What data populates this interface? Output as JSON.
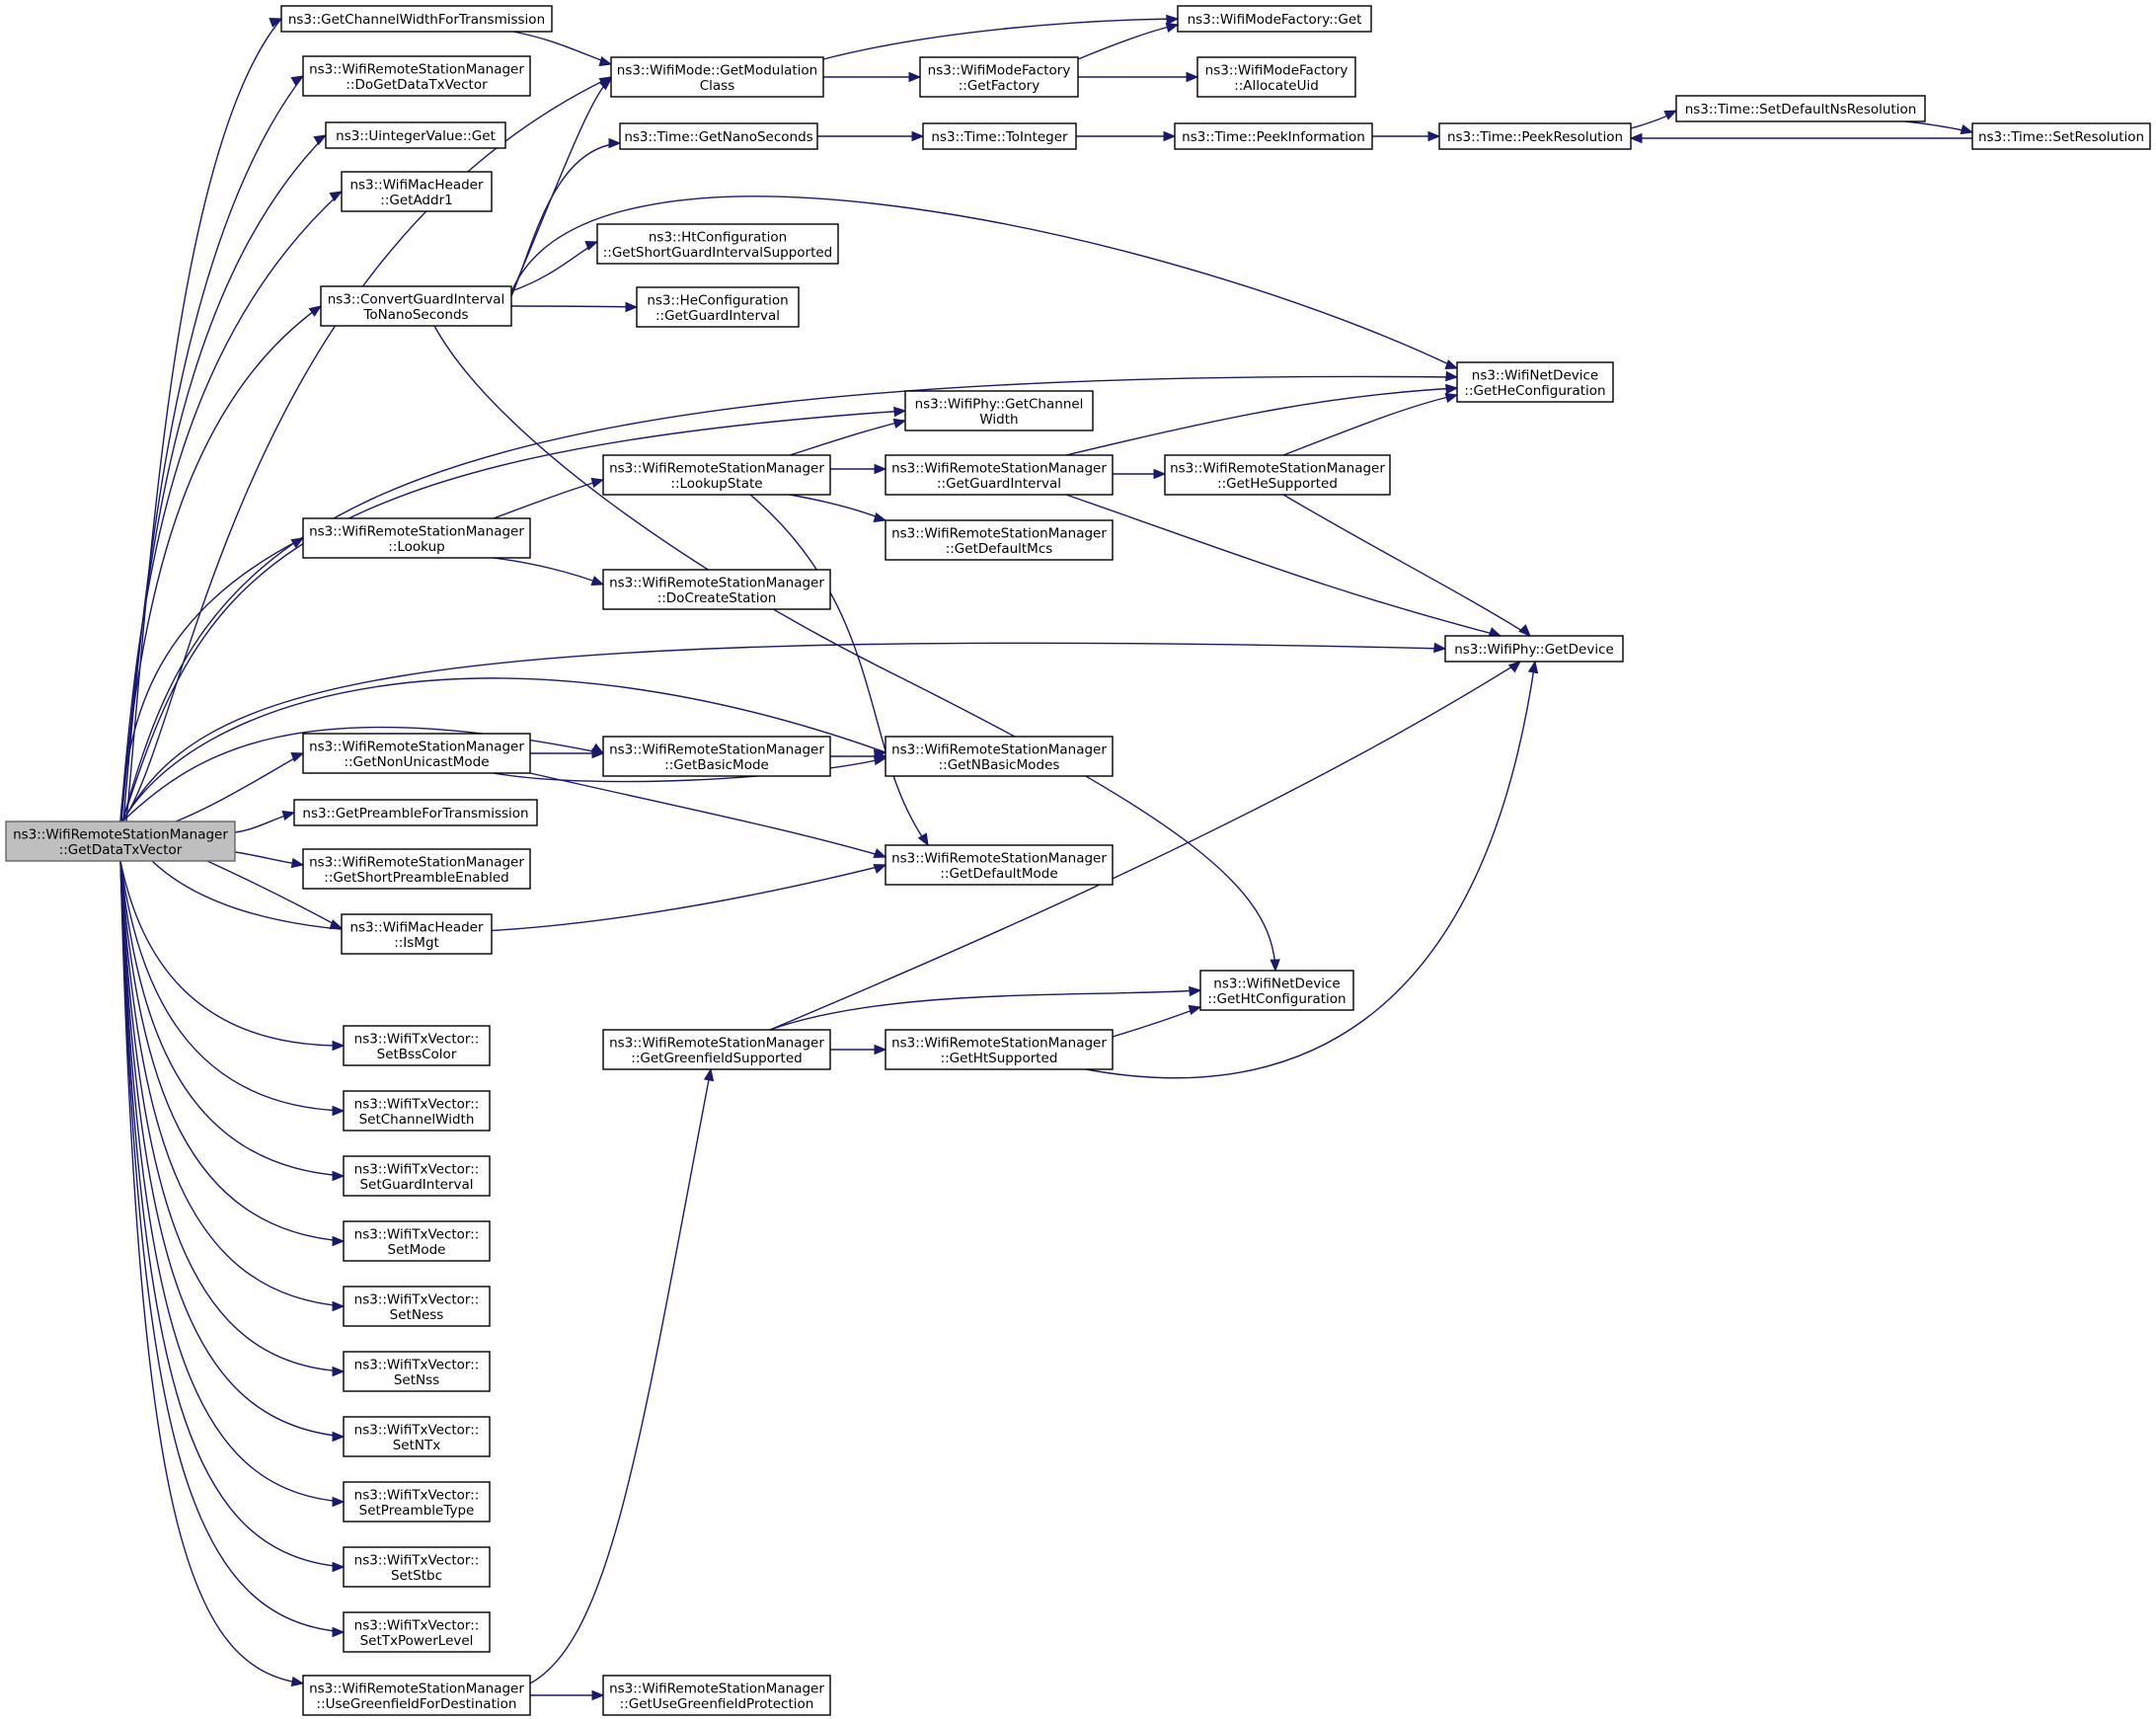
{
  "nodes": [
    {
      "id": "root",
      "lines": [
        "ns3::WifiRemoteStationManager",
        "::GetDataTxVector"
      ]
    },
    {
      "id": "getChannelWidthForTx",
      "lines": [
        "ns3::GetChannelWidthForTransmission"
      ]
    },
    {
      "id": "doGetDataTxVector",
      "lines": [
        "ns3::WifiRemoteStationManager",
        "::DoGetDataTxVector"
      ]
    },
    {
      "id": "uintegerGet",
      "lines": [
        "ns3::UintegerValue::Get"
      ]
    },
    {
      "id": "getAddr1",
      "lines": [
        "ns3::WifiMacHeader",
        "::GetAddr1"
      ]
    },
    {
      "id": "convertGuardInterval",
      "lines": [
        "ns3::ConvertGuardInterval",
        "ToNanoSeconds"
      ]
    },
    {
      "id": "lookup",
      "lines": [
        "ns3::WifiRemoteStationManager",
        "::Lookup"
      ]
    },
    {
      "id": "getNonUnicastMode",
      "lines": [
        "ns3::WifiRemoteStationManager",
        "::GetNonUnicastMode"
      ]
    },
    {
      "id": "getPreambleForTx",
      "lines": [
        "ns3::GetPreambleForTransmission"
      ]
    },
    {
      "id": "getShortPreambleEnabled",
      "lines": [
        "ns3::WifiRemoteStationManager",
        "::GetShortPreambleEnabled"
      ]
    },
    {
      "id": "isMgt",
      "lines": [
        "ns3::WifiMacHeader",
        "::IsMgt"
      ]
    },
    {
      "id": "setBssColor",
      "lines": [
        "ns3::WifiTxVector::",
        "SetBssColor"
      ]
    },
    {
      "id": "setChannelWidth",
      "lines": [
        "ns3::WifiTxVector::",
        "SetChannelWidth"
      ]
    },
    {
      "id": "setGuardInterval",
      "lines": [
        "ns3::WifiTxVector::",
        "SetGuardInterval"
      ]
    },
    {
      "id": "setMode",
      "lines": [
        "ns3::WifiTxVector::",
        "SetMode"
      ]
    },
    {
      "id": "setNess",
      "lines": [
        "ns3::WifiTxVector::",
        "SetNess"
      ]
    },
    {
      "id": "setNss",
      "lines": [
        "ns3::WifiTxVector::",
        "SetNss"
      ]
    },
    {
      "id": "setNTx",
      "lines": [
        "ns3::WifiTxVector::",
        "SetNTx"
      ]
    },
    {
      "id": "setPreambleType",
      "lines": [
        "ns3::WifiTxVector::",
        "SetPreambleType"
      ]
    },
    {
      "id": "setStbc",
      "lines": [
        "ns3::WifiTxVector::",
        "SetStbc"
      ]
    },
    {
      "id": "setTxPowerLevel",
      "lines": [
        "ns3::WifiTxVector::",
        "SetTxPowerLevel"
      ]
    },
    {
      "id": "useGreenfieldForDest",
      "lines": [
        "ns3::WifiRemoteStationManager",
        "::UseGreenfieldForDestination"
      ]
    },
    {
      "id": "getModulationClass",
      "lines": [
        "ns3::WifiMode::GetModulation",
        "Class"
      ]
    },
    {
      "id": "timeGetNanoSeconds",
      "lines": [
        "ns3::Time::GetNanoSeconds"
      ]
    },
    {
      "id": "htGetShortGI",
      "lines": [
        "ns3::HtConfiguration",
        "::GetShortGuardIntervalSupported"
      ]
    },
    {
      "id": "heGetGuardInterval",
      "lines": [
        "ns3::HeConfiguration",
        "::GetGuardInterval"
      ]
    },
    {
      "id": "lookupState",
      "lines": [
        "ns3::WifiRemoteStationManager",
        "::LookupState"
      ]
    },
    {
      "id": "doCreateStation",
      "lines": [
        "ns3::WifiRemoteStationManager",
        "::DoCreateStation"
      ]
    },
    {
      "id": "getBasicMode",
      "lines": [
        "ns3::WifiRemoteStationManager",
        "::GetBasicMode"
      ]
    },
    {
      "id": "getGreenfieldSupported",
      "lines": [
        "ns3::WifiRemoteStationManager",
        "::GetGreenfieldSupported"
      ]
    },
    {
      "id": "getUseGreenfieldProtection",
      "lines": [
        "ns3::WifiRemoteStationManager",
        "::GetUseGreenfieldProtection"
      ]
    },
    {
      "id": "modeFactoryGetFactory",
      "lines": [
        "ns3::WifiModeFactory",
        "::GetFactory"
      ]
    },
    {
      "id": "timeToInteger",
      "lines": [
        "ns3::Time::ToInteger"
      ]
    },
    {
      "id": "phyGetChannelWidth",
      "lines": [
        "ns3::WifiPhy::GetChannel",
        "Width"
      ]
    },
    {
      "id": "getGuardInterval",
      "lines": [
        "ns3::WifiRemoteStationManager",
        "::GetGuardInterval"
      ]
    },
    {
      "id": "getDefaultMcs",
      "lines": [
        "ns3::WifiRemoteStationManager",
        "::GetDefaultMcs"
      ]
    },
    {
      "id": "getNBasicModes",
      "lines": [
        "ns3::WifiRemoteStationManager",
        "::GetNBasicModes"
      ]
    },
    {
      "id": "getDefaultMode",
      "lines": [
        "ns3::WifiRemoteStationManager",
        "::GetDefaultMode"
      ]
    },
    {
      "id": "getHtSupported",
      "lines": [
        "ns3::WifiRemoteStationManager",
        "::GetHtSupported"
      ]
    },
    {
      "id": "modeFactoryGet",
      "lines": [
        "ns3::WifiModeFactory::Get"
      ]
    },
    {
      "id": "allocateUid",
      "lines": [
        "ns3::WifiModeFactory",
        "::AllocateUid"
      ]
    },
    {
      "id": "peekInformation",
      "lines": [
        "ns3::Time::PeekInformation"
      ]
    },
    {
      "id": "getHeSupported",
      "lines": [
        "ns3::WifiRemoteStationManager",
        "::GetHeSupported"
      ]
    },
    {
      "id": "getHtConfiguration",
      "lines": [
        "ns3::WifiNetDevice",
        "::GetHtConfiguration"
      ]
    },
    {
      "id": "peekResolution",
      "lines": [
        "ns3::Time::PeekResolution"
      ]
    },
    {
      "id": "getHeConfiguration",
      "lines": [
        "ns3::WifiNetDevice",
        "::GetHeConfiguration"
      ]
    },
    {
      "id": "phyGetDevice",
      "lines": [
        "ns3::WifiPhy::GetDevice"
      ]
    },
    {
      "id": "setDefaultNsResolution",
      "lines": [
        "ns3::Time::SetDefaultNsResolution"
      ]
    },
    {
      "id": "setResolution",
      "lines": [
        "ns3::Time::SetResolution"
      ]
    }
  ],
  "colors": {
    "edge": "#191970",
    "node_border": "#000000",
    "root_fill": "#bfbfbf",
    "root_border": "#666666",
    "background": "#ffffff"
  }
}
